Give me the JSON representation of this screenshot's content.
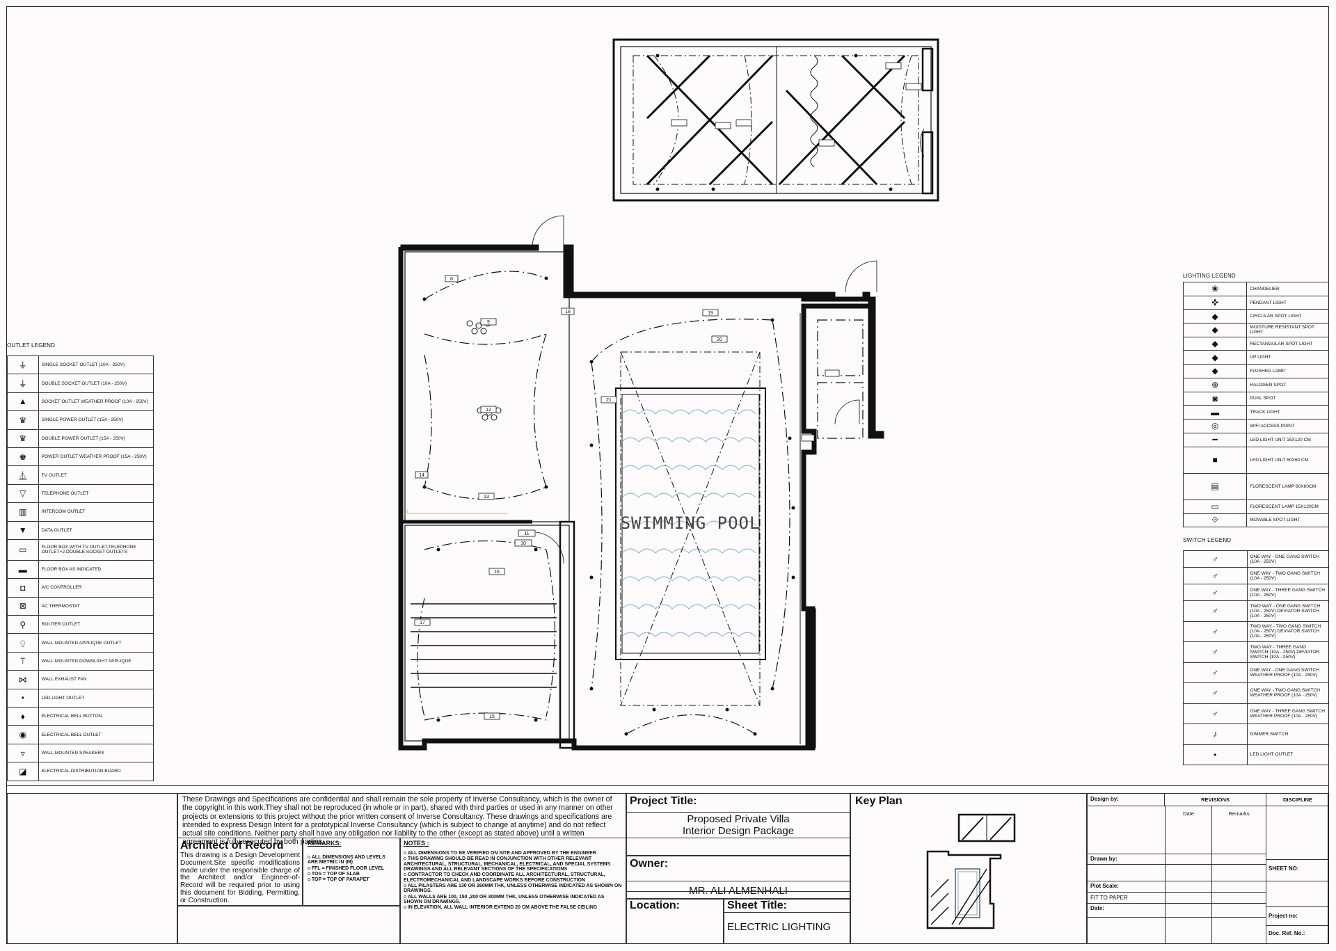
{
  "plan": {
    "pool_label": "SWIMMING POOL",
    "room_tags": [
      "8",
      "9",
      "12",
      "13",
      "14",
      "11",
      "10",
      "16",
      "17",
      "15",
      "18",
      "19",
      "20",
      "21"
    ]
  },
  "outlet_legend": {
    "title": "OUTLET LEGEND",
    "items": [
      {
        "icon": "single-socket-outlet-icon",
        "glyph": "⏚",
        "label": "SINGLE SOCKET OUTLET (10A - 250V)"
      },
      {
        "icon": "double-socket-outlet-icon",
        "glyph": "⏚",
        "label": "DOUBLE SOCKET OUTLET (10A - 250V)"
      },
      {
        "icon": "socket-weather-proof-icon",
        "glyph": "▲",
        "label": "SOCKET OUTLET WEATHER PROOF (10A - 250V)"
      },
      {
        "icon": "single-power-outlet-icon",
        "glyph": "♛",
        "label": "SINGLE POWER OUTLET (15A - 250V)"
      },
      {
        "icon": "double-power-outlet-icon",
        "glyph": "♛",
        "label": "DOUBLE POWER OUTLET (15A - 250V)"
      },
      {
        "icon": "power-weather-proof-icon",
        "glyph": "♚",
        "label": "POWER OUTLET WEATHER PROOF (15A - 250V)"
      },
      {
        "icon": "tv-outlet-icon",
        "glyph": "⏅",
        "label": "TV OUTLET"
      },
      {
        "icon": "telephone-outlet-icon",
        "glyph": "▽",
        "label": "TELEPHONE OUTLET"
      },
      {
        "icon": "intercom-outlet-icon",
        "glyph": "▥",
        "label": "INTERCOM OUTLET"
      },
      {
        "icon": "data-outlet-icon",
        "glyph": "▼",
        "label": "DATA OUTLET"
      },
      {
        "icon": "floor-box-tv-icon",
        "glyph": "▭",
        "label": "FLOOR BOX WITH TV OUTLET,TELEPHONE OUTLET+2 DOUBLE SOCKET OUTLETS"
      },
      {
        "icon": "floor-box-icon",
        "glyph": "▬",
        "label": "FLOOR BOX AS INDICATED"
      },
      {
        "icon": "ac-controller-icon",
        "glyph": "◘",
        "label": "A/C CONTROLLER"
      },
      {
        "icon": "ac-thermostat-icon",
        "glyph": "⊠",
        "label": "AC THERMOSTAT"
      },
      {
        "icon": "router-outlet-icon",
        "glyph": "⚲",
        "label": "ROUTER OUTLET"
      },
      {
        "icon": "wall-applique-icon",
        "glyph": "⍜",
        "label": "WALL MOUNTED APPLIQUE OUTLET"
      },
      {
        "icon": "wall-downlight-icon",
        "glyph": "⍡",
        "label": "WALL MOUNTED DOWNLIGHT APPLIQUE"
      },
      {
        "icon": "wall-exhaust-fan-icon",
        "glyph": "⋈",
        "label": "WALL EXHAUST FAN"
      },
      {
        "icon": "led-light-outlet-icon",
        "glyph": "•",
        "label": "LED LIGHT OUTLET"
      },
      {
        "icon": "bell-button-icon",
        "glyph": "♦",
        "label": "ELECTRICAL BELL BUTTON"
      },
      {
        "icon": "bell-outlet-icon",
        "glyph": "◉",
        "label": "ELECTRICAL BELL OUTLET"
      },
      {
        "icon": "wall-speakers-icon",
        "glyph": "▿",
        "label": "WALL MOUNTED SPEAKERS"
      },
      {
        "icon": "distribution-board-icon",
        "glyph": "◪",
        "label": "ELECTRICAL DISTRIBUTION BOARD"
      }
    ]
  },
  "lighting_legend": {
    "title": "LIGHTING LEGEND",
    "items": [
      {
        "icon": "chandelier-icon",
        "glyph": "❀",
        "label": "CHANDELIER"
      },
      {
        "icon": "pendant-light-icon",
        "glyph": "✜",
        "label": "PENDANT LIGHT"
      },
      {
        "icon": "circular-spot-icon",
        "glyph": "◆",
        "label": "CIRCULAR SPOT LIGHT"
      },
      {
        "icon": "moisture-spot-icon",
        "glyph": "◆",
        "label": "MOISTURE RESISTANT SPOT LIGHT"
      },
      {
        "icon": "rectangular-spot-icon",
        "glyph": "◆",
        "label": "RECTANGULAR SPOT LIGHT"
      },
      {
        "icon": "up-light-icon",
        "glyph": "◆",
        "label": "UP LIGHT"
      },
      {
        "icon": "flushed-lamp-icon",
        "glyph": "◆",
        "label": "FLUSHED LAMP"
      },
      {
        "icon": "halogen-spot-icon",
        "glyph": "⊕",
        "label": "HALOGEN SPOT"
      },
      {
        "icon": "dual-spot-icon",
        "glyph": "◙",
        "label": "DUAL SPOT"
      },
      {
        "icon": "track-light-icon",
        "glyph": "▬",
        "label": "TRACK LIGHT"
      },
      {
        "icon": "wifi-access-point-icon",
        "glyph": "◎",
        "label": "WIFI ACCESS POINT"
      },
      {
        "icon": "led-unit-15x120-icon",
        "glyph": "━",
        "label": "LED LIGHT UNIT 15X120 CM"
      },
      {
        "icon": "led-unit-60x60-icon",
        "glyph": "■",
        "label": "LED LIGHT UNIT 60X60 CM"
      },
      {
        "icon": "florescent-60x60-icon",
        "glyph": "▤",
        "label": "FLORESCENT LAMP 60X60CM"
      },
      {
        "icon": "florescent-15x120-icon",
        "glyph": "▭",
        "label": "FLORESCENT LAMP 15X120CM"
      },
      {
        "icon": "movable-spot-icon",
        "glyph": "⟐",
        "label": "MOVABLE SPOT LIGHT"
      }
    ]
  },
  "switch_legend": {
    "title": "SWITCH LEGEND",
    "items": [
      {
        "icon": "one-way-one-gang-icon",
        "glyph": "♂",
        "label": "ONE WAY - ONE GANG SWITCH (10A - 250V)"
      },
      {
        "icon": "one-way-two-gang-icon",
        "glyph": "♂",
        "label": "ONE WAY - TWO GANG SWITCH (10A - 250V)"
      },
      {
        "icon": "one-way-three-gang-icon",
        "glyph": "♂",
        "label": "ONE WAY - THREE GANG SWITCH (10A - 250V)"
      },
      {
        "icon": "two-way-one-gang-icon",
        "glyph": "♂",
        "label": "TWO WAY - ONE GANG SWITCH (10A - 250V) DEVIATOR SWITCH (10A - 250V)"
      },
      {
        "icon": "two-way-two-gang-icon",
        "glyph": "♂",
        "label": "TWO WAY - TWO GANG SWITCH (10A - 250V) DEVIATOR SWITCH (10A - 250V)"
      },
      {
        "icon": "two-way-three-gang-icon",
        "glyph": "♂",
        "label": "TWO WAY - THREE GANG SWITCH (10A - 250V) DEVIATOR SWITCH (10A - 250V)"
      },
      {
        "icon": "wp-one-gang-icon",
        "glyph": "♂",
        "label": "ONE WAY - ONE GANG SWITCH WEATHER PROOF (10A - 250V)"
      },
      {
        "icon": "wp-two-gang-icon",
        "glyph": "♂",
        "label": "ONE WAY - TWO GANG SWITCH WEATHER PROOF (10A - 250V)"
      },
      {
        "icon": "wp-three-gang-icon",
        "glyph": "♂",
        "label": "ONE WAY - THREE GANG SWITCH WEATHER PROOF (10A - 250V)"
      },
      {
        "icon": "dimmer-switch-icon",
        "glyph": "♪",
        "label": "DIMMER SWITCH"
      },
      {
        "icon": "led-light-outlet-switch-icon",
        "glyph": "•",
        "label": "LED LIGHT OUTLET"
      }
    ]
  },
  "title_block": {
    "disclaimer": "These Drawings and Specifications are confidential and shall remain the sole property of Inverse Consultancy, which is the owner of the copyright in this work.They shall not be reproduced (in whole or in part), shared with third parties or used in any manner on other projects or extensions to this project without the prior written consent of Inverse Consultancy. These drawings and specifications are intended to express Design Intent for a prototypical Inverse Consultancy (which is subject to change at anytime) and do not reflect actual site conditions.  Neither party shall have any obligation nor liability to the other (except as stated above) until a written agreement is fully executed by both parties.",
    "architect_title": "Architect of Record",
    "architect_text": "This drawing is a Design Development Document.Site specific modifications made under the responsible charge of the Architect and/or Engineer-of-Record will be required prior to using this document for Bidding, Permitting, or Construction.",
    "remarks_title": "REMARKS:",
    "remarks": [
      "ALL DIMENSIONS AND LEVELS ARE METRIC IN (M)",
      "FFL = FINISHED FLOOR LEVEL",
      "TOS = TOP OF SLAB",
      "TOP = TOP OF PARAPET"
    ],
    "notes_title": "NOTES :",
    "notes": [
      "ALL DIMENSIONS TO BE VERIFIED ON SITE AND APPROVED BY THE ENGINEER",
      "THIS DRAWING SHOULD BE READ IN CONJUNCTION WITH OTHER RELEVANT ARCHITECTURAL, STRUCTURAL, MECHANICAL, ELECTRICAL, AND SPECIAL SYSTEMS DRAWINGS AND ALL RELEVANT SECTIONS OF THE SPECIFICATIONS",
      "CONTRACTOR TO CHECK AND COORDINATE ALL ARCHITECTURAL, STRUCTURAL, ELECTROMECHANICAL AND LANDSCAPE WORKS BEFORE CONSTRUCTION",
      "ALL PILASTERS ARE 130 OR 260MM THK, UNLESS OTHERWISE INDICATED AS SHOWN ON DRAWINGS.",
      "ALL WALLS ARE 100, 150 ,200 OR 300MM THK, UNLESS OTHERWISE INDICATED AS SHOWN ON DRAWINGS.",
      "IN ELEVATION, ALL WALL INTERIOR EXTEND 20 CM ABOVE THE FALSE CEILING"
    ],
    "project_title_label": "Project Title:",
    "project_name_1": "Proposed Private Villa",
    "project_name_2": "Interior Design Package",
    "owner_label": "Owner:",
    "owner_name": "MR. ALI ALMENHALI",
    "location_label": "Location:",
    "sheet_title_label": "Sheet Title:",
    "sheet_title": "ELECTRIC LIGHTING",
    "key_plan_label": "Key Plan",
    "design_by_label": "Design by:",
    "revisions_label": "REVISIONS",
    "discipline_label": "DISCIPLINE",
    "date_col": "Date",
    "remarks_col": "Remarks",
    "drawn_by_label": "Drawn by:",
    "sheet_no_label": "SHEET NO:",
    "plot_scale_label": "Plot Scale:",
    "plot_scale_value": "FIT TO PAPER",
    "date_label": "Date:",
    "project_no_label": "Project no:",
    "doc_ref_label": "Doc. Ref. No.:"
  }
}
